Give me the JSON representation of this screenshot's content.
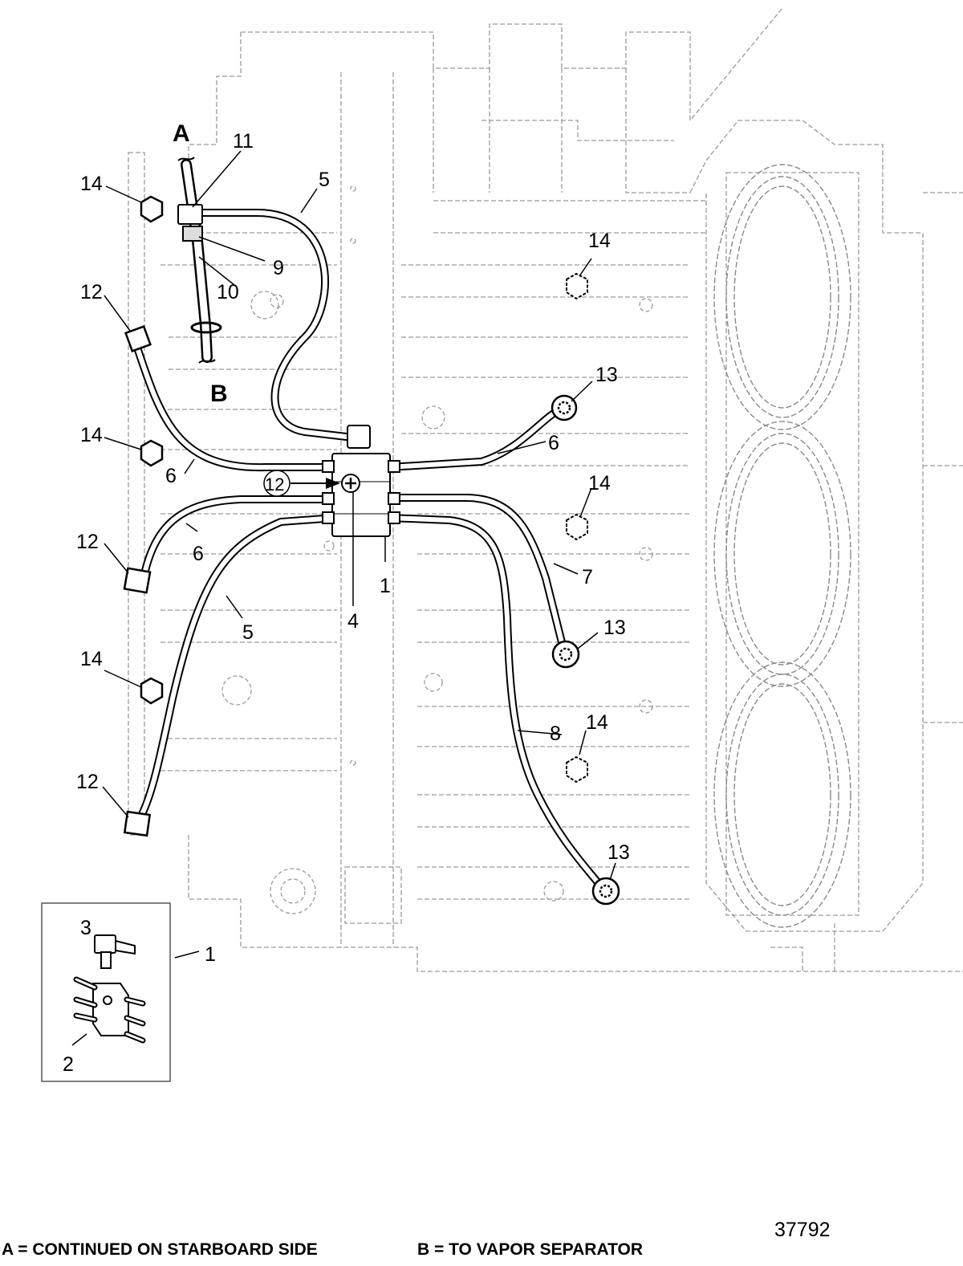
{
  "markers": {
    "a": "A",
    "b": "B"
  },
  "callouts": [
    {
      "id": "c11",
      "text": "11"
    },
    {
      "id": "c5a",
      "text": "5"
    },
    {
      "id": "c14a",
      "text": "14"
    },
    {
      "id": "c9",
      "text": "9"
    },
    {
      "id": "c10",
      "text": "10"
    },
    {
      "id": "c12a",
      "text": "12"
    },
    {
      "id": "c14b",
      "text": "14"
    },
    {
      "id": "c13a",
      "text": "13"
    },
    {
      "id": "c14c",
      "text": "14"
    },
    {
      "id": "c6a",
      "text": "6"
    },
    {
      "id": "c6b",
      "text": "6"
    },
    {
      "id": "c12b",
      "text": "12"
    },
    {
      "id": "c14d",
      "text": "14"
    },
    {
      "id": "c12c",
      "text": "12"
    },
    {
      "id": "c6c",
      "text": "6"
    },
    {
      "id": "c7",
      "text": "7"
    },
    {
      "id": "c1a",
      "text": "1"
    },
    {
      "id": "c5b",
      "text": "5"
    },
    {
      "id": "c4",
      "text": "4"
    },
    {
      "id": "c13b",
      "text": "13"
    },
    {
      "id": "c14e",
      "text": "14"
    },
    {
      "id": "c14f",
      "text": "14"
    },
    {
      "id": "c8",
      "text": "8"
    },
    {
      "id": "c12d",
      "text": "12"
    },
    {
      "id": "c13c",
      "text": "13"
    },
    {
      "id": "c3",
      "text": "3"
    },
    {
      "id": "c1b",
      "text": "1"
    },
    {
      "id": "c2",
      "text": "2"
    }
  ],
  "legend": {
    "a": "A = CONTINUED ON STARBOARD SIDE",
    "b": "B = TO VAPOR SEPARATOR"
  },
  "figure_number": "37792"
}
